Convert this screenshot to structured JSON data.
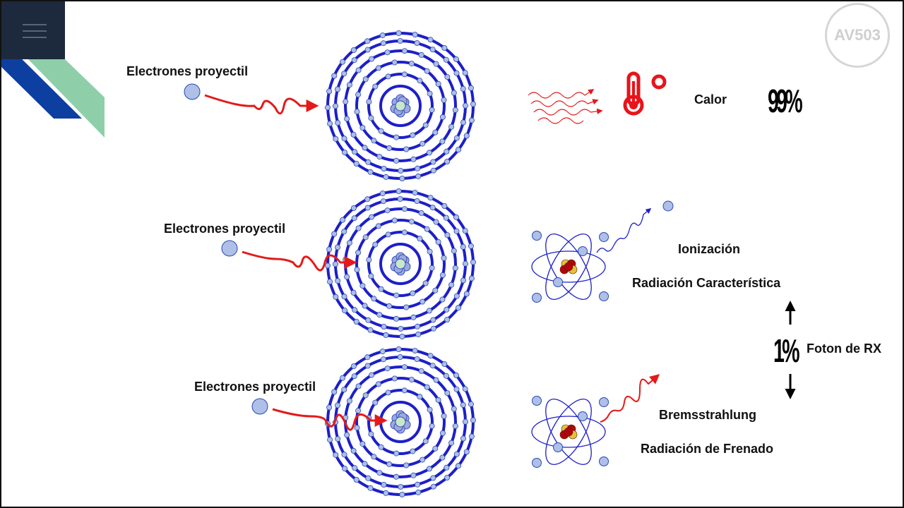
{
  "rows": [
    {
      "projectile_label": "Electrones proyectil",
      "interaction": "heat"
    },
    {
      "projectile_label": "Electrones proyectil",
      "interaction": "characteristic"
    },
    {
      "projectile_label": "Electrones proyectil",
      "interaction": "bremsstrahlung"
    }
  ],
  "calor": {
    "label": "Calor",
    "percent": "99%"
  },
  "characteristic": {
    "title": "Ionización",
    "subtitle": "Radiación Característica"
  },
  "bremsstrahlung": {
    "title": "Bremsstrahlung",
    "subtitle": "Radiación de Frenado"
  },
  "xray": {
    "percent": "1%",
    "label": "Foton de RX"
  },
  "brand": {
    "badge": "AV503"
  },
  "icons": [
    "menu-icon",
    "thermometer-icon",
    "heat-waves-icon",
    "atom-icon",
    "electron-icon"
  ],
  "colors": {
    "shell": "#1d1fc8",
    "electron_fill": "#aebfe8",
    "arrow": "#e41a1a",
    "nucleus_red": "#b1040c",
    "nucleus_gold": "#e3c13b",
    "teal": "#8ecfa9",
    "blue_band": "#0d3fa1"
  }
}
